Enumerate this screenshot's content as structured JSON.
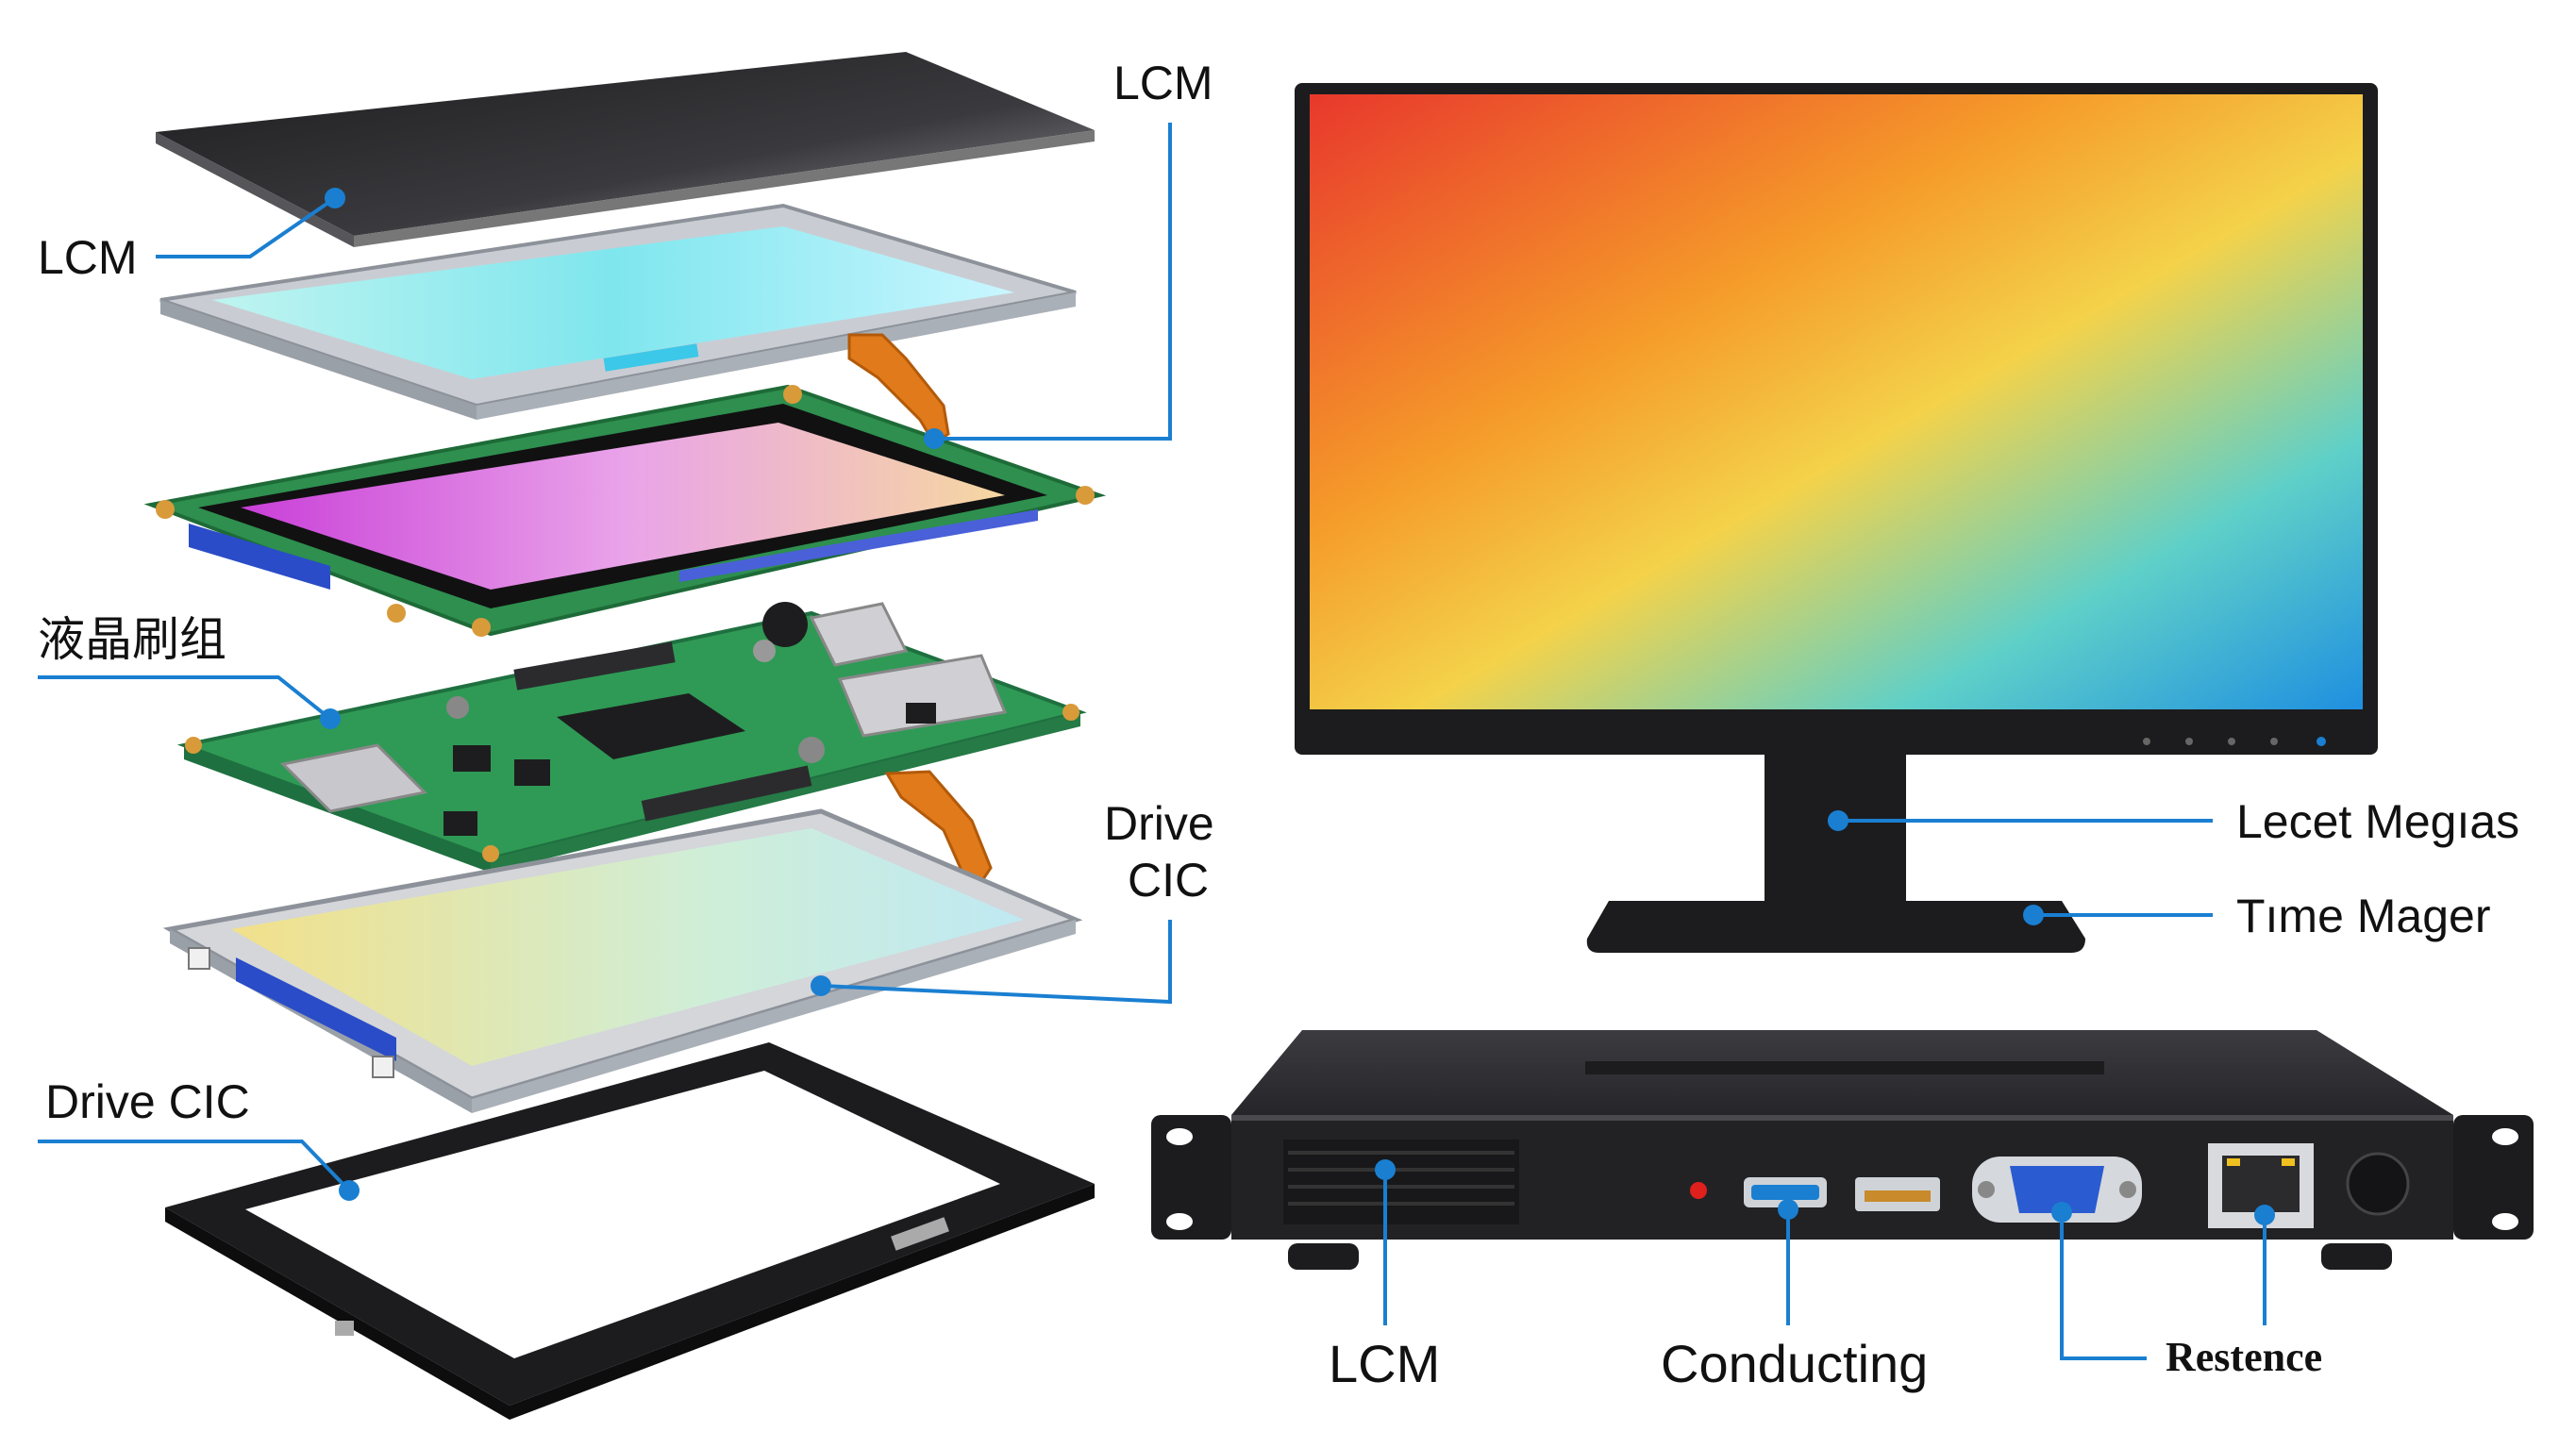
{
  "labels": {
    "lcm_top_right": "LCM",
    "lcm_left": "LCM",
    "cn_module": "液晶刷组",
    "drive_cic_right_line1": "Drive",
    "drive_cic_right_line2": "CIC",
    "drive_cic_left": "Drive CIC",
    "monitor_stand": "Lecet Megıas",
    "monitor_base": "Tıme Mager",
    "box_lcm": "LCM",
    "box_conducting": "Conducting",
    "box_restence": "Restence"
  },
  "colors": {
    "leader_line": "#1a7fd1",
    "pcb_green": "#2f9a55",
    "flex_cable": "#e07a1a",
    "screen_gradient": [
      "#e8382c",
      "#f59a2a",
      "#f4d24a",
      "#5fd0c8",
      "#1f8fe0"
    ],
    "frame_black": "#1c1c1e",
    "vga_blue": "#2a5bd0"
  },
  "icons": {
    "ethernet_port": "rj45-icon",
    "vga_port": "vga-icon",
    "hdmi_port": "hdmi-icon",
    "usb_port": "usb-icon",
    "power_button": "power-button-icon"
  }
}
